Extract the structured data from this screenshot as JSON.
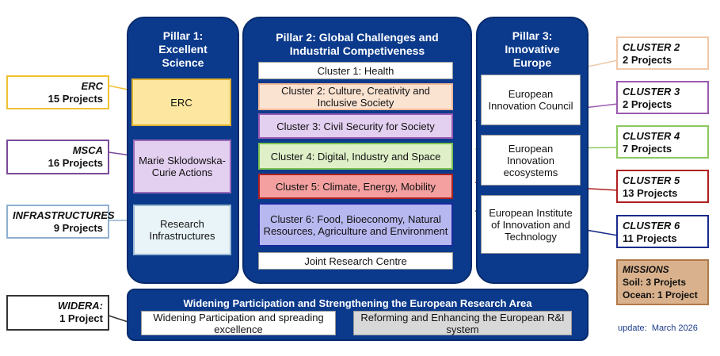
{
  "pillar1": {
    "title": "Pillar 1: Excellent Science",
    "items": [
      "ERC",
      "Marie Sklodowska-Curie Actions",
      "Research Infrastructures"
    ]
  },
  "pillar2": {
    "title": "Pillar 2: Global Challenges and Industrial Competiveness",
    "clusters": [
      "Cluster 1: Health",
      "Cluster 2: Culture, Creativity and Inclusive Society",
      "Cluster 3: Civil Security for Society",
      "Cluster 4: Digital, Industry and Space",
      "Cluster 5: Climate, Energy, Mobility",
      "Cluster 6: Food, Bioeconomy, Natural Resources, Agriculture and Environment"
    ],
    "jrc": "Joint Research Centre"
  },
  "pillar3": {
    "title": "Pillar 3: Innovative Europe",
    "items": [
      "European Innovation Council",
      "European Innovation ecosystems",
      "European Institute of Innovation and Technology"
    ]
  },
  "widening": {
    "title": "Widening Participation and Strengthening the European Research Area",
    "items": [
      "Widening Participation and spreading excellence",
      "Reforming and Enhancing the European R&I system"
    ]
  },
  "left_callouts": [
    {
      "name": "ERC",
      "count": "15 Projects",
      "color": "#f0c030"
    },
    {
      "name": "MSCA",
      "count": "16 Projects",
      "color": "#7a4a9a"
    },
    {
      "name": "INFRASTRUCTURES",
      "count": "9 Projects",
      "color": "#8fb0d0"
    },
    {
      "name": "WIDERA:",
      "count": "1 Project",
      "color": "#333333"
    }
  ],
  "right_callouts": [
    {
      "name": "CLUSTER 2",
      "count": "2 Projects",
      "color": "#f0c8a8"
    },
    {
      "name": "CLUSTER 3",
      "count": "2 Projects",
      "color": "#9a5ab0"
    },
    {
      "name": "CLUSTER 4",
      "count": "7 Projects",
      "color": "#8cc860"
    },
    {
      "name": "CLUSTER 5",
      "count": "13 Projects",
      "color": "#b02020"
    },
    {
      "name": "CLUSTER 6",
      "count": "11 Projects",
      "color": "#1a2a8a"
    }
  ],
  "missions": {
    "title": "MISSIONS",
    "soil": "Soil: 3 Projets",
    "ocean": "Ocean: 1 Project"
  },
  "update": "update:  March 2026"
}
